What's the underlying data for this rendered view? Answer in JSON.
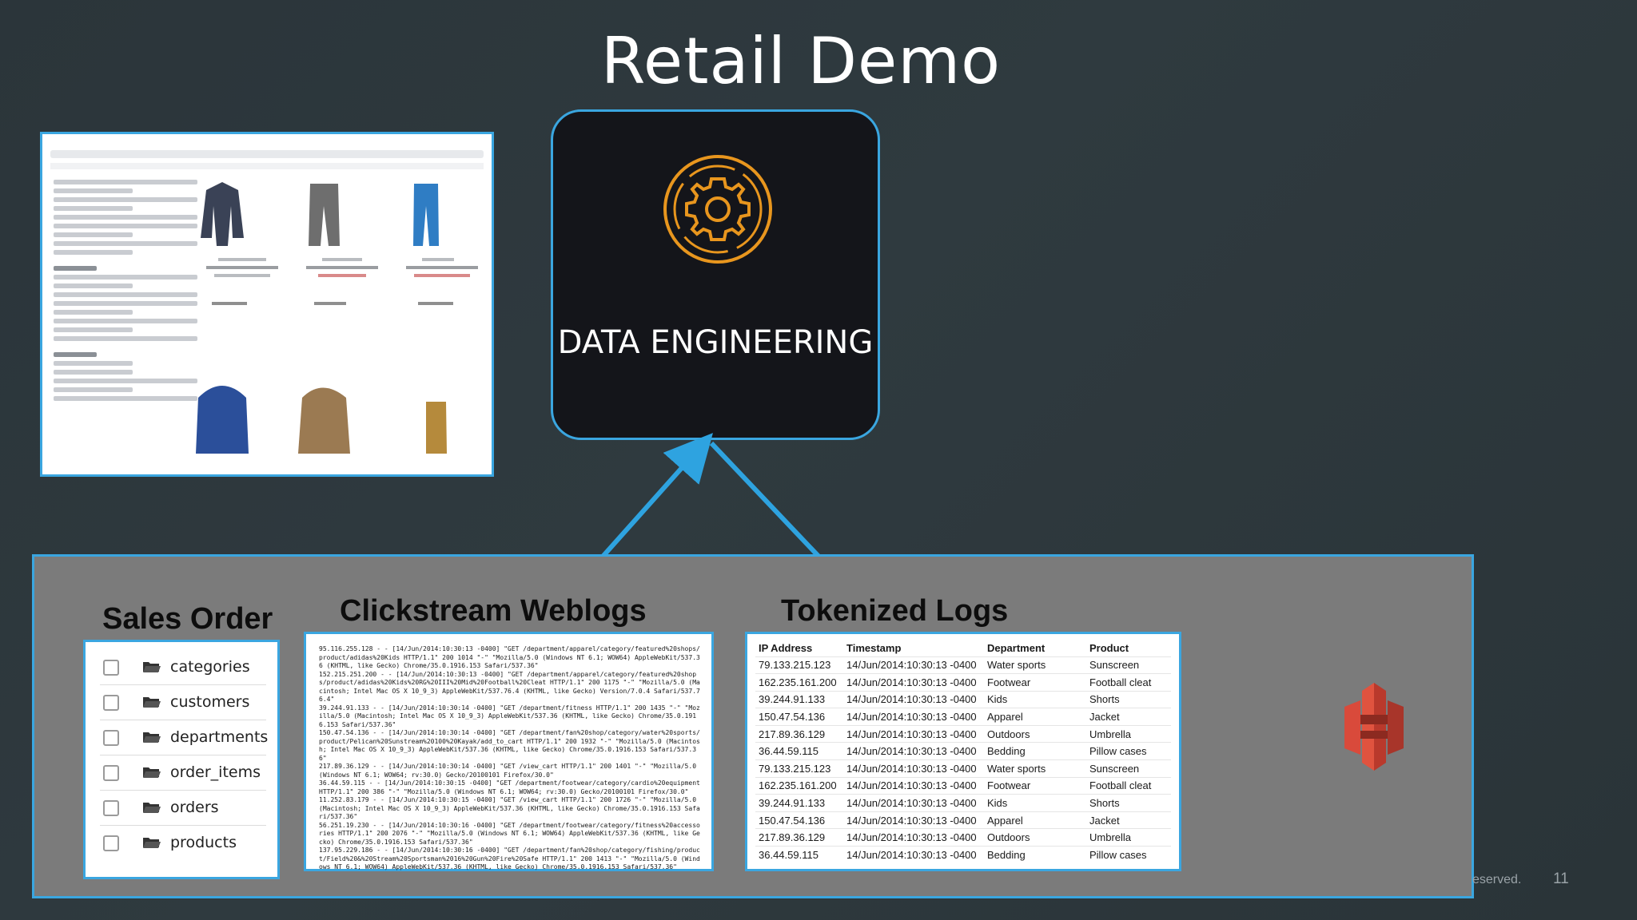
{
  "title": "Retail Demo",
  "center_box": {
    "label": "DATA ENGINEERING",
    "icon": "gear-icon",
    "accent_color": "#e8961e"
  },
  "sales_order": {
    "title": "Sales Order",
    "folders": [
      "categories",
      "customers",
      "departments",
      "order_items",
      "orders",
      "products"
    ]
  },
  "clickstream": {
    "title": "Clickstream Weblogs",
    "log_text": "95.116.255.128 - - [14/Jun/2014:10:30:13 -0400] \"GET /department/apparel/category/featured%20shops/product/adidas%20Kids HTTP/1.1\" 200 1014 \"-\" \"Mozilla/5.0 (Windows NT 6.1; WOW64) AppleWebKit/537.36 (KHTML, like Gecko) Chrome/35.0.1916.153 Safari/537.36\"\n152.215.251.200 - - [14/Jun/2014:10:30:13 -0400] \"GET /department/apparel/category/featured%20shops/product/adidas%20Kids%20RG%20III%20Mid%20Football%20Cleat HTTP/1.1\" 200 1175 \"-\" \"Mozilla/5.0 (Macintosh; Intel Mac OS X 10_9_3) AppleWebKit/537.76.4 (KHTML, like Gecko) Version/7.0.4 Safari/537.76.4\"\n39.244.91.133 - - [14/Jun/2014:10:30:14 -0400] \"GET /department/fitness HTTP/1.1\" 200 1435 \"-\" \"Mozilla/5.0 (Macintosh; Intel Mac OS X 10_9_3) AppleWebKit/537.36 (KHTML, like Gecko) Chrome/35.0.1916.153 Safari/537.36\"\n150.47.54.136 - - [14/Jun/2014:10:30:14 -0400] \"GET /department/fan%20shop/category/water%20sports/product/Pelican%20Sunstream%20100%20Kayak/add_to_cart HTTP/1.1\" 200 1932 \"-\" \"Mozilla/5.0 (Macintosh; Intel Mac OS X 10_9_3) AppleWebKit/537.36 (KHTML, like Gecko) Chrome/35.0.1916.153 Safari/537.36\"\n217.89.36.129 - - [14/Jun/2014:10:30:14 -0400] \"GET /view_cart HTTP/1.1\" 200 1401 \"-\" \"Mozilla/5.0 (Windows NT 6.1; WOW64; rv:30.0) Gecko/20100101 Firefox/30.0\"\n36.44.59.115 - - [14/Jun/2014:10:30:15 -0400] \"GET /department/footwear/category/cardio%20equipment HTTP/1.1\" 200 386 \"-\" \"Mozilla/5.0 (Windows NT 6.1; WOW64; rv:30.0) Gecko/20100101 Firefox/30.0\"\n11.252.83.179 - - [14/Jun/2014:10:30:15 -0400] \"GET /view_cart HTTP/1.1\" 200 1726 \"-\" \"Mozilla/5.0 (Macintosh; Intel Mac OS X 10_9_3) AppleWebKit/537.36 (KHTML, like Gecko) Chrome/35.0.1916.153 Safari/537.36\"\n56.251.19.230 - - [14/Jun/2014:10:30:16 -0400] \"GET /department/footwear/category/fitness%20accessories HTTP/1.1\" 200 2076 \"-\" \"Mozilla/5.0 (Windows NT 6.1; WOW64) AppleWebKit/537.36 (KHTML, like Gecko) Chrome/35.0.1916.153 Safari/537.36\"\n137.95.229.186 - - [14/Jun/2014:10:30:16 -0400] \"GET /department/fan%20shop/category/fishing/product/Field%20&%20Stream%20Sportsman%2016%20Gun%20Fire%20Safe HTTP/1.1\" 200 1413 \"-\" \"Mozilla/5.0 (Windows NT 6.1; WOW64) AppleWebKit/537.36 (KHTML, like Gecko) Chrome/35.0.1916.153 Safari/537.36\""
  },
  "tokenized": {
    "title": "Tokenized Logs",
    "columns": [
      "IP Address",
      "Timestamp",
      "Department",
      "Product"
    ],
    "rows": [
      [
        "79.133.215.123",
        "14/Jun/2014:10:30:13 -0400",
        "Water sports",
        "Sunscreen"
      ],
      [
        "162.235.161.200",
        "14/Jun/2014:10:30:13 -0400",
        "Footwear",
        "Football cleat"
      ],
      [
        "39.244.91.133",
        "14/Jun/2014:10:30:13 -0400",
        "Kids",
        "Shorts"
      ],
      [
        "150.47.54.136",
        "14/Jun/2014:10:30:13 -0400",
        "Apparel",
        "Jacket"
      ],
      [
        "217.89.36.129",
        "14/Jun/2014:10:30:13 -0400",
        "Outdoors",
        "Umbrella"
      ],
      [
        "36.44.59.115",
        "14/Jun/2014:10:30:13 -0400",
        "Bedding",
        "Pillow cases"
      ],
      [
        "79.133.215.123",
        "14/Jun/2014:10:30:13 -0400",
        "Water sports",
        "Sunscreen"
      ],
      [
        "162.235.161.200",
        "14/Jun/2014:10:30:13 -0400",
        "Footwear",
        "Football cleat"
      ],
      [
        "39.244.91.133",
        "14/Jun/2014:10:30:13 -0400",
        "Kids",
        "Shorts"
      ],
      [
        "150.47.54.136",
        "14/Jun/2014:10:30:13 -0400",
        "Apparel",
        "Jacket"
      ],
      [
        "217.89.36.129",
        "14/Jun/2014:10:30:13 -0400",
        "Outdoors",
        "Umbrella"
      ],
      [
        "36.44.59.115",
        "14/Jun/2014:10:30:13 -0400",
        "Bedding",
        "Pillow cases"
      ]
    ]
  },
  "storage_icon": "s3-bucket-icon",
  "footer": {
    "text": "eserved.",
    "page_number": "11"
  },
  "colors": {
    "accent_blue": "#3aa6e0",
    "s3_red": "#d94a3b",
    "background": "#2d373c",
    "panel_gray": "#7b7b7b"
  }
}
